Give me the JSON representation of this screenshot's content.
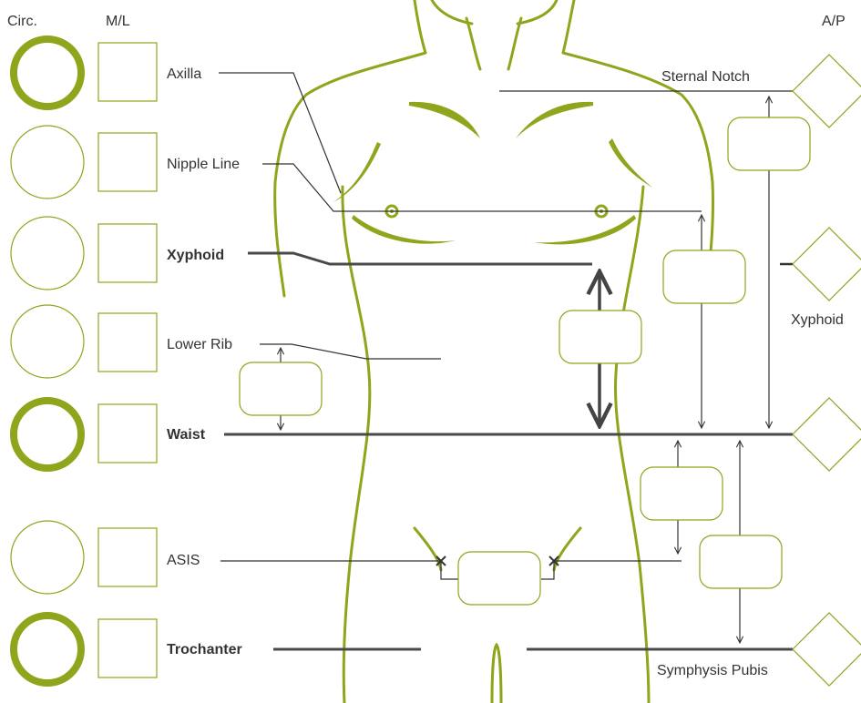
{
  "headers": {
    "circ": "Circ.",
    "ml": "M/L",
    "ap": "A/P"
  },
  "levels": {
    "axilla": "Axilla",
    "nipple_line": "Nipple Line",
    "xyphoid": "Xyphoid",
    "lower_rib": "Lower Rib",
    "waist": "Waist",
    "asis": "ASIS",
    "trochanter": "Trochanter"
  },
  "ap_labels": {
    "sternal_notch": "Sternal Notch",
    "xyphoid": "Xyphoid",
    "symphysis_pubis": "Symphysis Pubis"
  },
  "colors": {
    "accent": "#8fa51c",
    "line": "#333333",
    "heavy_line": "#4a4a4a"
  },
  "icons": {
    "circumference": "circle-field-icon",
    "mediolateral": "square-field-icon",
    "anteroposterior": "diamond-field-icon"
  }
}
